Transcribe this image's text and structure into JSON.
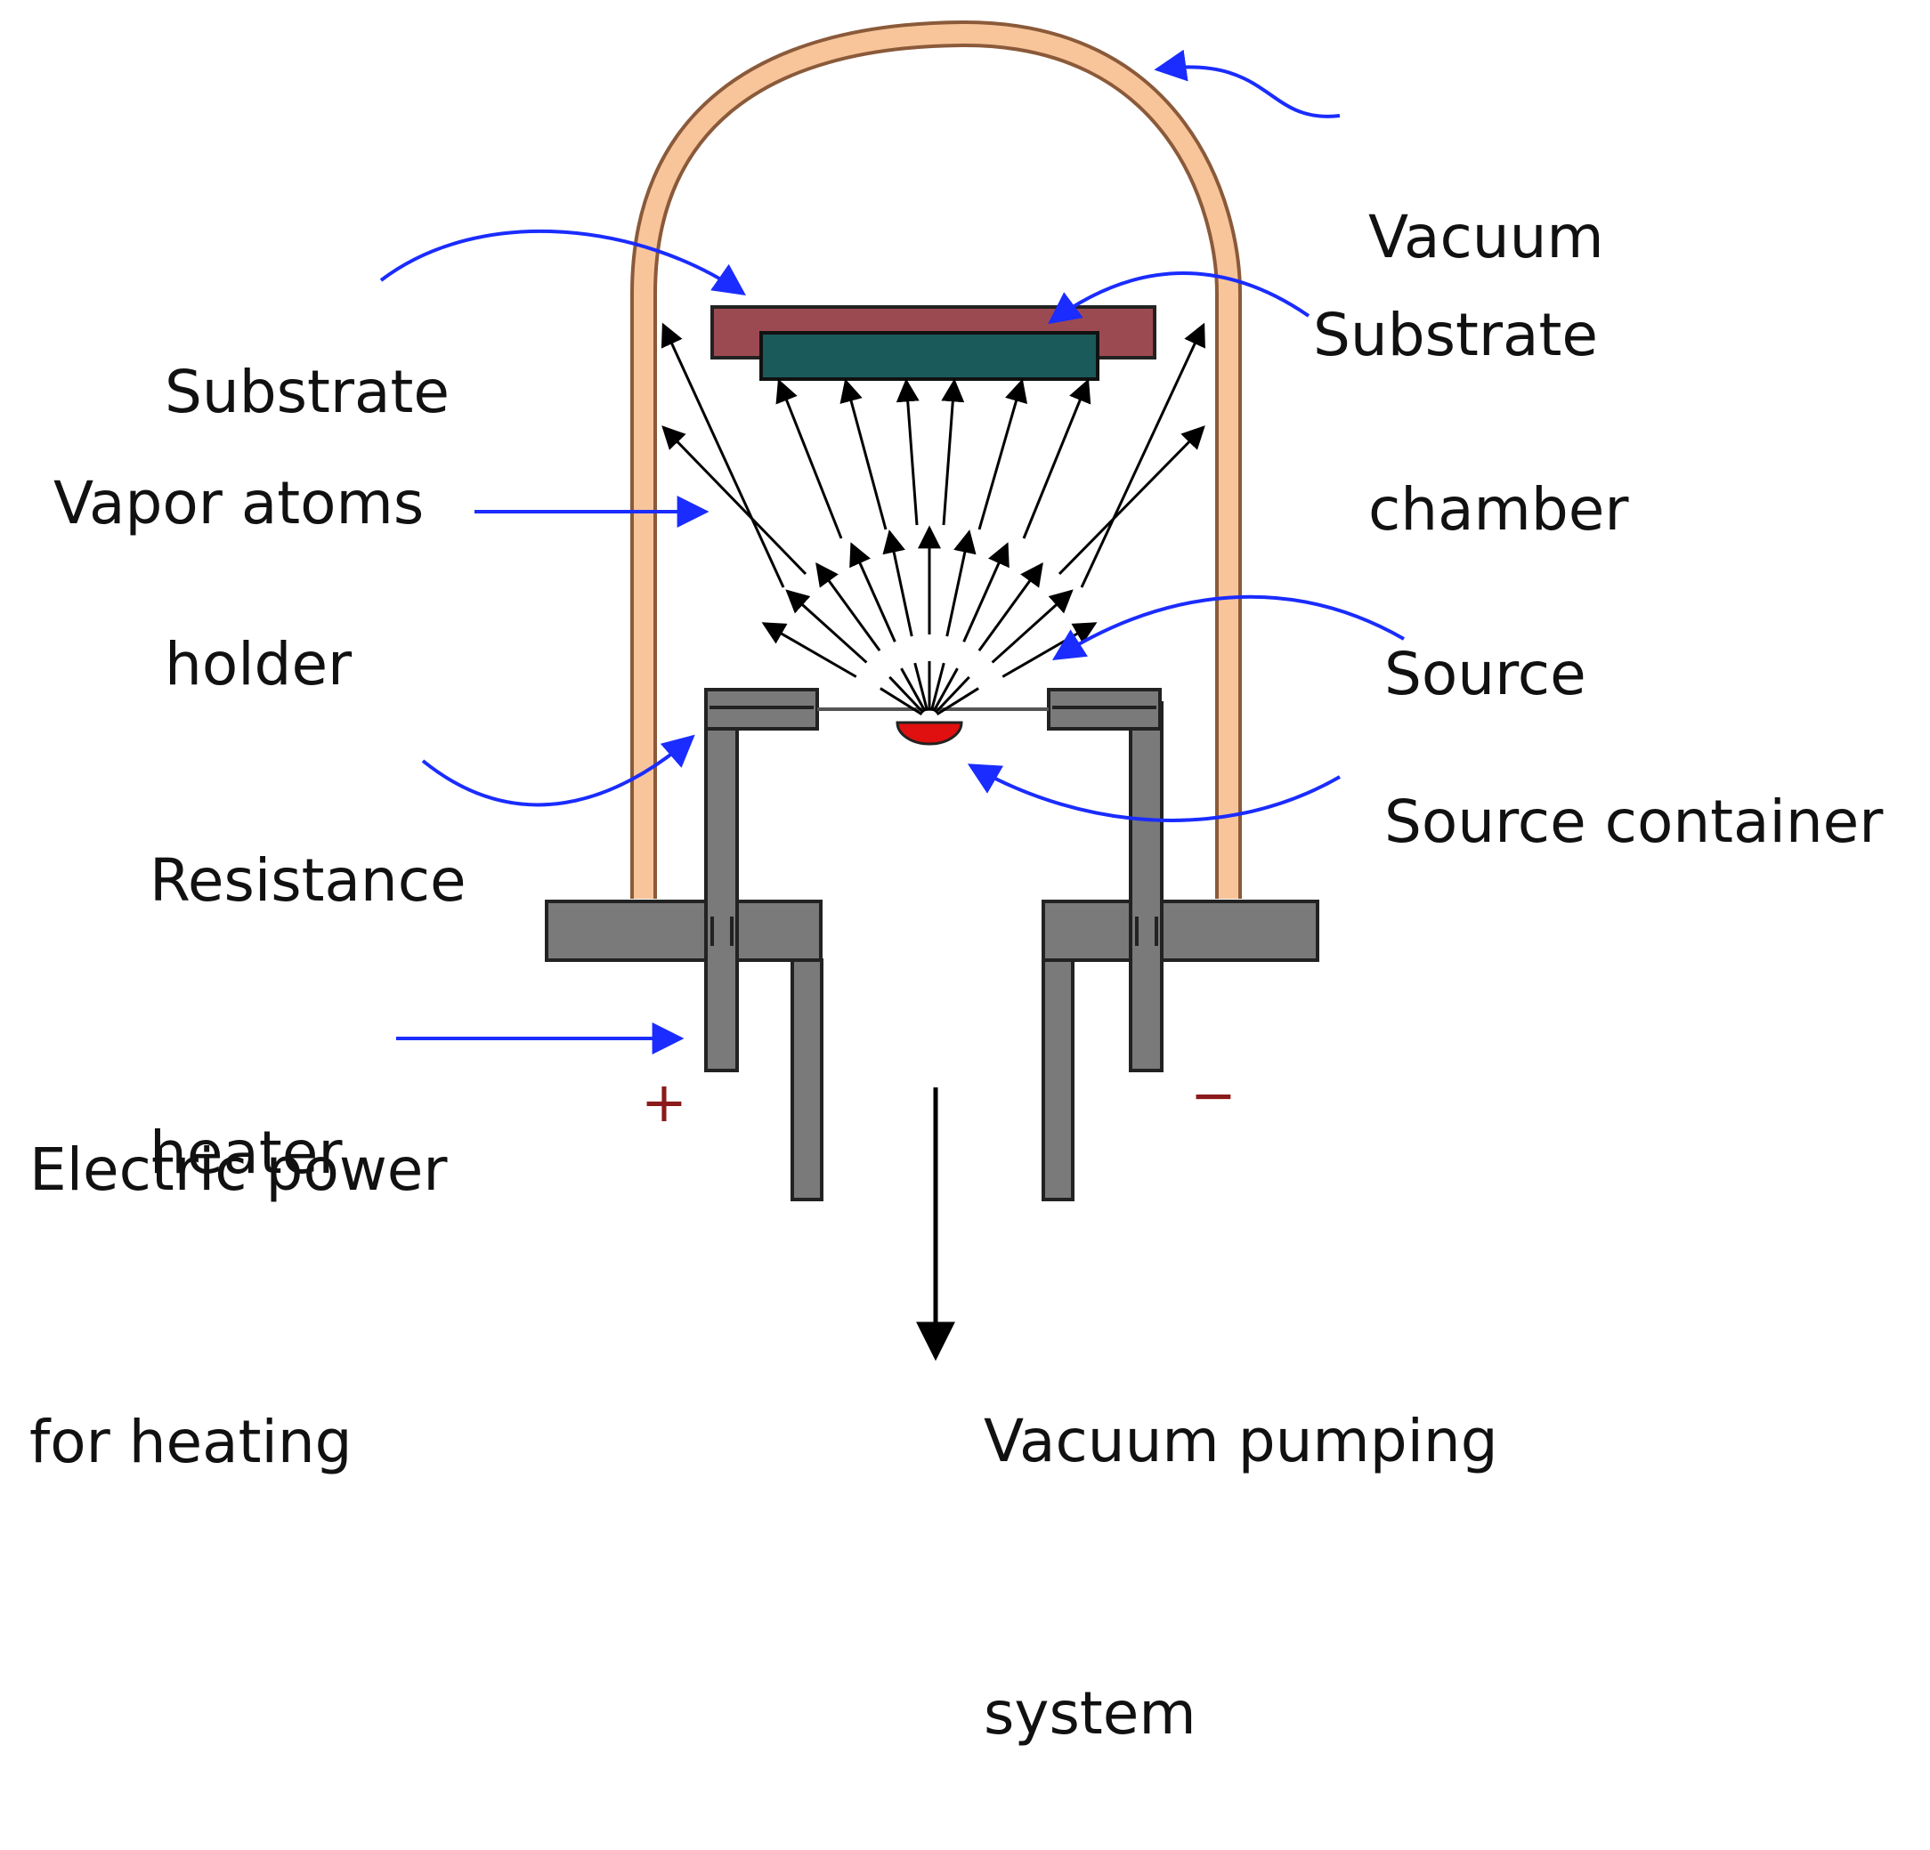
{
  "labels": {
    "vacuum_chamber": [
      "Vacuum",
      "chamber"
    ],
    "substrate_holder": [
      "Substrate",
      "holder"
    ],
    "substrate": "Substrate",
    "vapor_atoms": "Vapor atoms",
    "resistance_heater": [
      "Resistance",
      "heater"
    ],
    "source": "Source",
    "source_container": "Source container",
    "electric_power": [
      "Electric power",
      "for heating"
    ],
    "vacuum_pumping": [
      "Vacuum pumping",
      "system"
    ],
    "plus": "+",
    "minus": "−"
  },
  "colors": {
    "chamber_wall": "#f8c49a",
    "chamber_outline": "#8a5a3a",
    "substrate_holder": "#9c4a52",
    "substrate": "#1a5a5a",
    "heater_metal": "#7a7a7a",
    "source_melt": "#e01010",
    "pointer_arrow": "#1a2cff",
    "vapor_arrow": "#000000",
    "polarity": "#8b1a1a"
  }
}
